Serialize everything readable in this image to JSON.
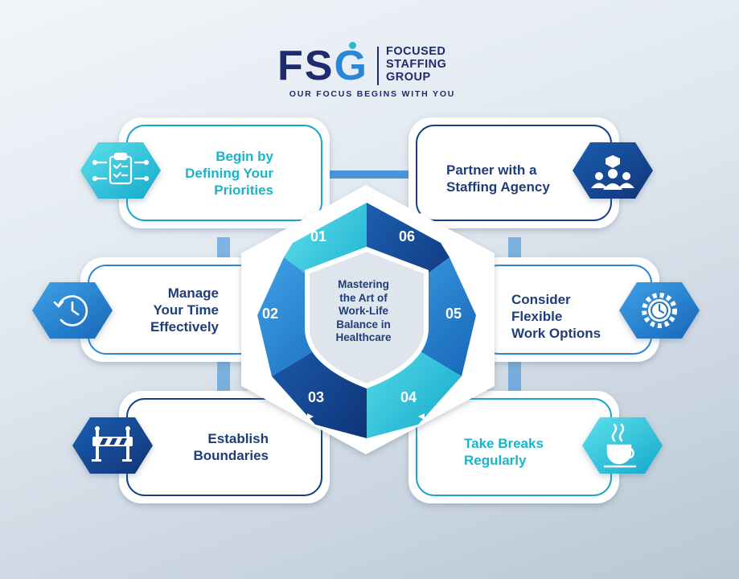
{
  "logo": {
    "mark": "FSG",
    "name_lines": [
      "FOCUSED",
      "STAFFING",
      "GROUP"
    ],
    "tagline": "OUR FOCUS BEGINS WITH YOU"
  },
  "center": {
    "title_lines": [
      "Mastering",
      "the Art of",
      "Work-Life",
      "Balance in",
      "Healthcare"
    ]
  },
  "steps": [
    {
      "number": "01",
      "lines": [
        "Begin by",
        "Defining Your",
        "Priorities"
      ],
      "icon": "checklist-icon"
    },
    {
      "number": "02",
      "lines": [
        "Manage",
        "Your Time",
        "Effectively"
      ],
      "icon": "clock-icon"
    },
    {
      "number": "03",
      "lines": [
        "Establish",
        "Boundaries"
      ],
      "icon": "barrier-icon"
    },
    {
      "number": "04",
      "lines": [
        "Take Breaks",
        "Regularly"
      ],
      "icon": "coffee-cup-icon"
    },
    {
      "number": "05",
      "lines": [
        "Consider",
        "Flexible",
        "Work Options"
      ],
      "icon": "gear-clock-icon"
    },
    {
      "number": "06",
      "lines": [
        "Partner with a",
        "Staffing Agency"
      ],
      "icon": "team-icon"
    }
  ],
  "colors": {
    "dark_navy": "#1f3d7a",
    "cyan": "#17b4cc",
    "blue": "#2b86d6",
    "deep_blue": "#123f8c"
  }
}
